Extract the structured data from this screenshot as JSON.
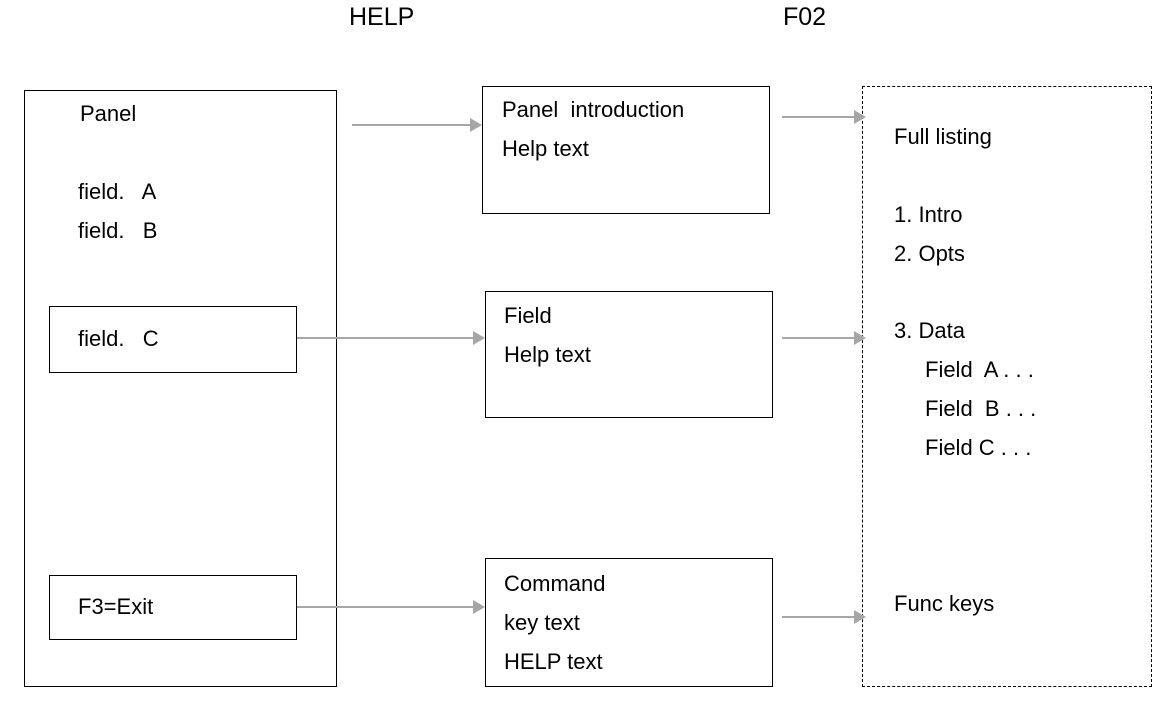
{
  "headings": {
    "left": "HELP",
    "right": "F02"
  },
  "panel": {
    "title": "Panel",
    "fields": [
      "field.   A",
      "field.   B",
      "field.   C"
    ],
    "function_key": "F3=Exit"
  },
  "help_boxes": {
    "panel_intro": {
      "line1": "Panel  introduction",
      "line2": "Help text"
    },
    "field_help": {
      "line1": "Field",
      "line2": "Help text"
    },
    "command_key": {
      "line1": "Command",
      "line2": "key text",
      "line3": "HELP text"
    }
  },
  "full_listing": {
    "title": "Full listing",
    "items": [
      "1. Intro",
      "2. Opts",
      "3. Data"
    ],
    "data_fields": [
      "Field  A . . .",
      "Field  B . . .",
      "Field C . . ."
    ],
    "footer": "Func keys"
  },
  "colors": {
    "ink": "#000000",
    "arrow": "#a6a6a6",
    "background": "#ffffff"
  }
}
